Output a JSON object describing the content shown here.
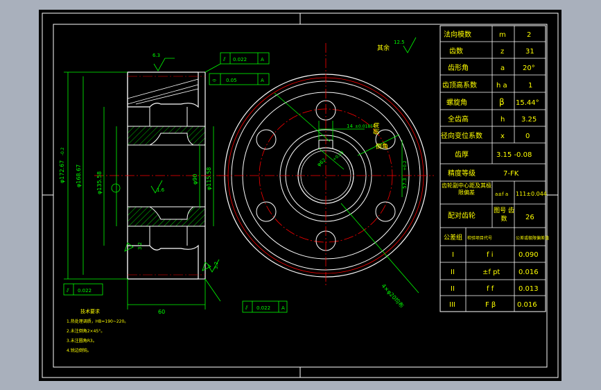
{
  "colors": {
    "background": "#000000",
    "frame": "#ffffff",
    "dimension": "#00ff00",
    "outline": "#ffffff",
    "centerline": "#ff0000",
    "hatch": "#00ff00",
    "table_text": "#ffff00",
    "annotation": "#ffff00",
    "window_bg": "#a9b0bc"
  },
  "gear_table": {
    "rows": [
      {
        "label": "法向模数",
        "symbol": "m",
        "value": "2"
      },
      {
        "label": "齿数",
        "symbol": "z",
        "value": "31"
      },
      {
        "label": "齿形角",
        "symbol": "a",
        "value": "20°"
      },
      {
        "label": "齿顶高系数",
        "symbol": "h a",
        "value": "1"
      },
      {
        "label": "螺旋角",
        "symbol": "β",
        "value": "15.44°"
      },
      {
        "label": "全齿高",
        "symbol": "h",
        "value": "3.25"
      },
      {
        "label": "径向变位系数",
        "symbol": "x",
        "value": "0"
      },
      {
        "label": "齿厚",
        "symbol": "",
        "value": "3.15 -0.08"
      },
      {
        "label": "精度等级",
        "symbol": "",
        "value": "7-FK"
      },
      {
        "label": "齿轮副中心距及其极限偏差",
        "symbol": "a±f a",
        "value": "111±0.044"
      },
      {
        "label": "配对齿轮",
        "symbol": "图号 齿数",
        "value": "26"
      }
    ],
    "inspection_header": {
      "group": "公差组",
      "item": "检验项目代号",
      "value": "公差或极限偏差值"
    },
    "inspection_rows": [
      {
        "group": "I",
        "code": "f i",
        "value": "0.090"
      },
      {
        "group": "II",
        "code": "±f pt",
        "value": "0.016"
      },
      {
        "group": "II",
        "code": "f f",
        "value": "0.013"
      },
      {
        "group": "III",
        "code": "F β",
        "value": "0.016"
      }
    ]
  },
  "dimensions": {
    "tolerance_top1": "0.022",
    "tolerance_top1_ref": "A",
    "tolerance_top2": "0.05",
    "tolerance_top2_ref": "A",
    "tolerance_bottom_left": "0.022",
    "tolerance_bottom_right": "0.022",
    "tolerance_bottom_right_ref": "A",
    "roughness_top": "6.3",
    "roughness_rest_label": "其余",
    "roughness_rest": "12.5",
    "roughness_side": "1.6",
    "roughness_bore": "3.2",
    "roughness_edge": "3.2",
    "width": "60",
    "dia_outer": "φ172.67",
    "dia_outer_tol": "-0.2",
    "dia_root": "φ168.67",
    "dia_hub": "φ135.58",
    "dia_bore": "φ115.58",
    "dia_hub2": "φ90",
    "keyway_w": "14",
    "keyway_tol": "±0.0185",
    "keyway_depth": "57.3",
    "keyway_depth_tol": "+0.2",
    "bore_dia": "φ62",
    "bore_tol": "+0.03",
    "holes_note": "4×φ20均布",
    "chamfer_label": "倒角"
  },
  "notes": {
    "title": "技术要求",
    "items": [
      "1.热处理调质，HB=190~220。",
      "2.未注倒角2×45°。",
      "3.未注圆角R3。",
      "4.锐边倒钝。"
    ]
  }
}
